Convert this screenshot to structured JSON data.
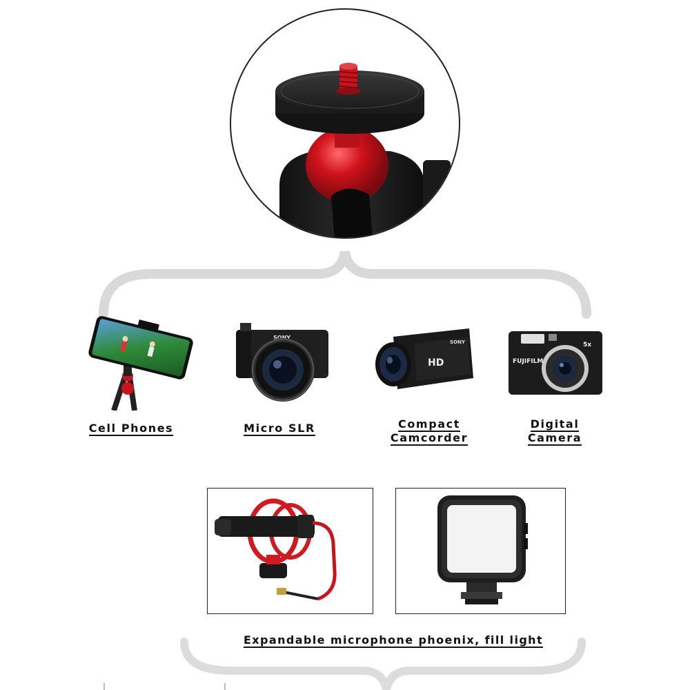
{
  "devices": [
    {
      "id": "cell-phones",
      "lines": [
        "Cell Phones"
      ]
    },
    {
      "id": "micro-slr",
      "lines": [
        "Micro SLR"
      ]
    },
    {
      "id": "camcorder",
      "lines": [
        "Compact",
        "Camcorder"
      ]
    },
    {
      "id": "digital-camera",
      "lines": [
        "Digital",
        "Camera"
      ]
    }
  ],
  "labels": {
    "cell_phones": "Cell Phones",
    "micro_slr": "Micro SLR",
    "compact": "Compact",
    "camcorder": "Camcorder",
    "digital": "Digital",
    "camera": "Camera"
  },
  "brand_text": {
    "sony_camera": "SONY",
    "sony_camcorder": "SONY",
    "hd": "HD",
    "fujifilm": "FUJIFILM",
    "zoom": "5x"
  },
  "accessories_caption": "Expandable microphone phoenix, fill light",
  "colors": {
    "accent_red": "#c8141c",
    "mount_black": "#1c1c1c",
    "brace_gray": "#d9d9d9"
  }
}
